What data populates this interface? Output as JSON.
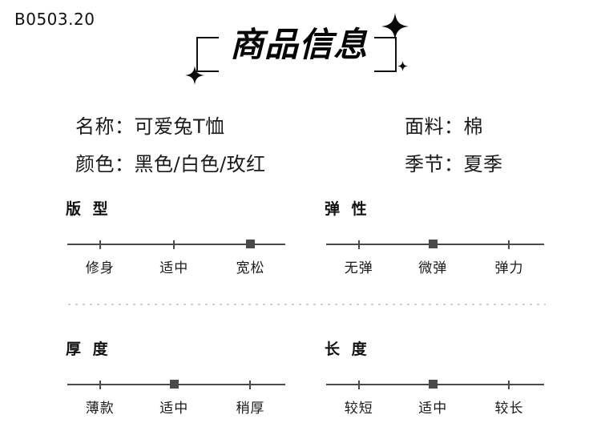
{
  "product_code": "B0503.20",
  "banner": {
    "title": "商品信息",
    "sparkles": [
      "sparkle-top-right",
      "sparkle-bottom-left",
      "sparkle-bottom-right"
    ]
  },
  "specs": [
    {
      "key": "名称",
      "sep": "：",
      "value": "可爱兔T恤"
    },
    {
      "key": "颜色",
      "sep": "：",
      "value": "黑色/白色/玫红"
    },
    {
      "key": "面料",
      "sep": "：",
      "value": "棉"
    },
    {
      "key": "季节",
      "sep": "：",
      "value": "夏季"
    }
  ],
  "spec_text": {
    "name": "名称：可爱兔T恤",
    "color": "颜色：黑色/白色/玫红",
    "fabric": "面料：棉",
    "season": "季节：夏季"
  },
  "meters": [
    {
      "id": "fit",
      "title": "版 型",
      "options": [
        "修身",
        "适中",
        "宽松"
      ],
      "selected_index": 2,
      "selected": "宽松",
      "positions_pct": [
        15,
        49,
        84
      ]
    },
    {
      "id": "elasticity",
      "title": "弹 性",
      "options": [
        "无弹",
        "微弹",
        "弹力"
      ],
      "selected_index": 1,
      "selected": "微弹",
      "positions_pct": [
        15,
        49,
        84
      ]
    },
    {
      "id": "thickness",
      "title": "厚 度",
      "options": [
        "薄款",
        "适中",
        "稍厚"
      ],
      "selected_index": 1,
      "selected": "适中",
      "positions_pct": [
        15,
        49,
        84
      ]
    },
    {
      "id": "length",
      "title": "长 度",
      "options": [
        "较短",
        "适中",
        "较长"
      ],
      "selected_index": 1,
      "selected": "适中",
      "positions_pct": [
        15,
        49,
        84
      ]
    }
  ],
  "colors": {
    "background": "#ffffff",
    "text": "#1a1a1a",
    "frame": "#111111",
    "track": "#4a4a4a",
    "knob": "#4a4a4a",
    "divider": "#cfcfcf"
  }
}
